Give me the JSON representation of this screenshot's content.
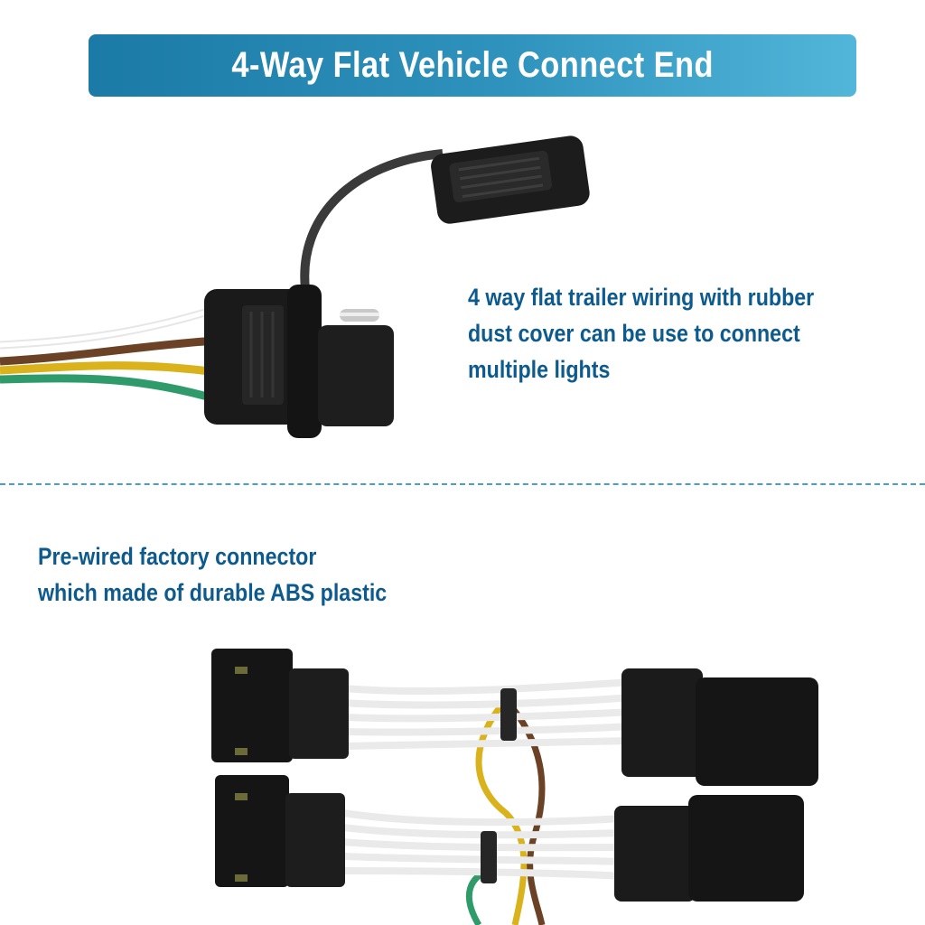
{
  "banner": {
    "title": "4-Way Flat Vehicle Connect End"
  },
  "feature_top": {
    "lines": [
      "4 way flat trailer wiring with rubber",
      "dust cover can be use to connect",
      "multiple lights"
    ]
  },
  "feature_bottom": {
    "lines": [
      "Pre-wired factory connector",
      "which made of durable ABS plastic"
    ]
  },
  "colors": {
    "banner_start": "#1b7aa6",
    "banner_end": "#52b6da",
    "caption_text": "#0d5a8e",
    "divider": "#4a9fc6",
    "wire_white": "#f2f2f2",
    "wire_brown": "#6b4226",
    "wire_yellow": "#d9b21c",
    "wire_green": "#2f9a6a",
    "connector_black": "#1a1a1a"
  }
}
